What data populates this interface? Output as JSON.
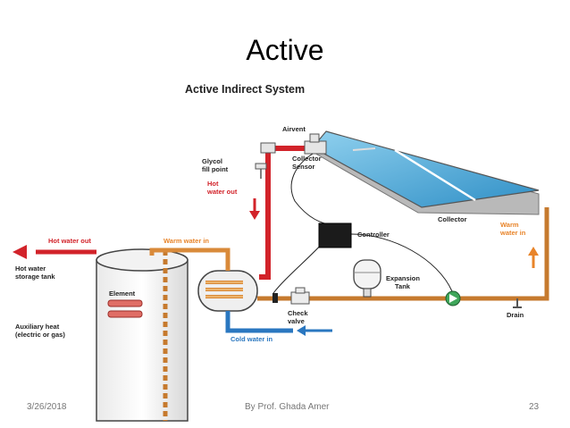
{
  "slide": {
    "title": "Active",
    "footer_date": "3/26/2018",
    "footer_author": "By Prof. Ghada Amer",
    "footer_page": "23"
  },
  "diagram": {
    "heading": "Active Indirect System",
    "labels": {
      "airvent": "Airvent",
      "collector_sensor_1": "Collector",
      "collector_sensor_2": "Sensor",
      "glycol_1": "Glycol",
      "glycol_2": "fill point",
      "hot_water_out_red_1": "Hot",
      "hot_water_out_red_2": "water out",
      "hot_water_out": "Hot water out",
      "warm_water_in": "Warm water in",
      "storage_1": "Hot water",
      "storage_2": "storage tank",
      "element": "Element",
      "aux_1": "Auxiliary heat",
      "aux_2": "(electric or gas)",
      "controller": "Controller",
      "collector": "Collector",
      "warm_water_in_right_1": "Warm",
      "warm_water_in_right_2": "water in",
      "expansion_1": "Expansion",
      "expansion_2": "Tank",
      "check_1": "Check",
      "check_2": "valve",
      "cold_water_in": "Cold water in",
      "drain": "Drain"
    },
    "colors": {
      "hot": "#d2232a",
      "warm": "#d98a3a",
      "cold": "#2a77c0",
      "orange_text": "#e8842a"
    }
  }
}
